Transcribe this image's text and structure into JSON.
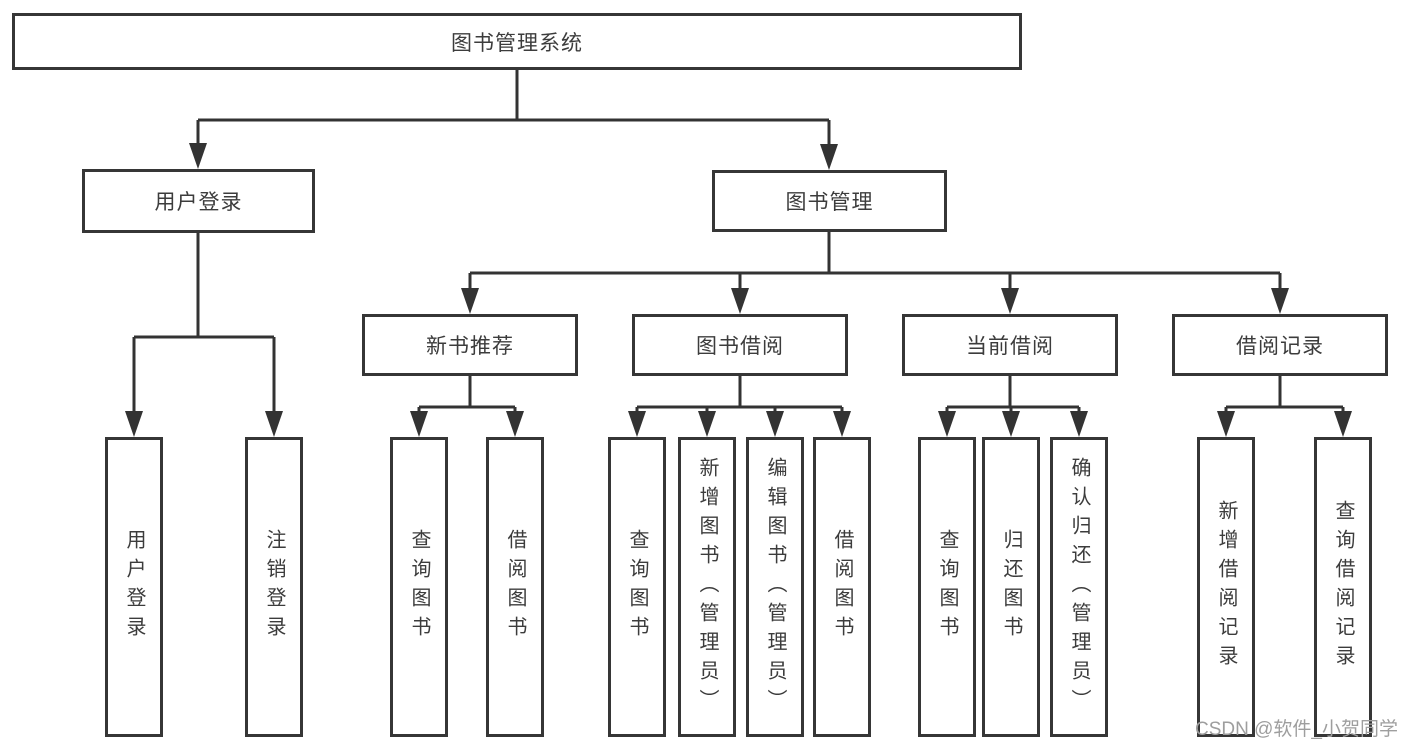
{
  "diagram": {
    "root": {
      "label": "图书管理系统"
    },
    "level2": [
      {
        "label": "用户登录",
        "children": [
          "用户登录",
          "注销登录"
        ]
      },
      {
        "label": "图书管理"
      }
    ],
    "level3": [
      {
        "label": "新书推荐",
        "children": [
          "查询图书",
          "借阅图书"
        ]
      },
      {
        "label": "图书借阅",
        "children": [
          "查询图书",
          "新增图书（管理员）",
          "编辑图书（管理员）",
          "借阅图书"
        ]
      },
      {
        "label": "当前借阅",
        "children": [
          "查询图书",
          "归还图书",
          "确认归还（管理员）"
        ]
      },
      {
        "label": "借阅记录",
        "children": [
          "新增借阅记录",
          "查询借阅记录"
        ]
      }
    ],
    "watermark": "CSDN @软件_小贺同学",
    "colors": {
      "line": "#333333",
      "text": "#3c3c3c",
      "box_background": "#ffffff",
      "watermark": "#9e9e9e"
    }
  }
}
